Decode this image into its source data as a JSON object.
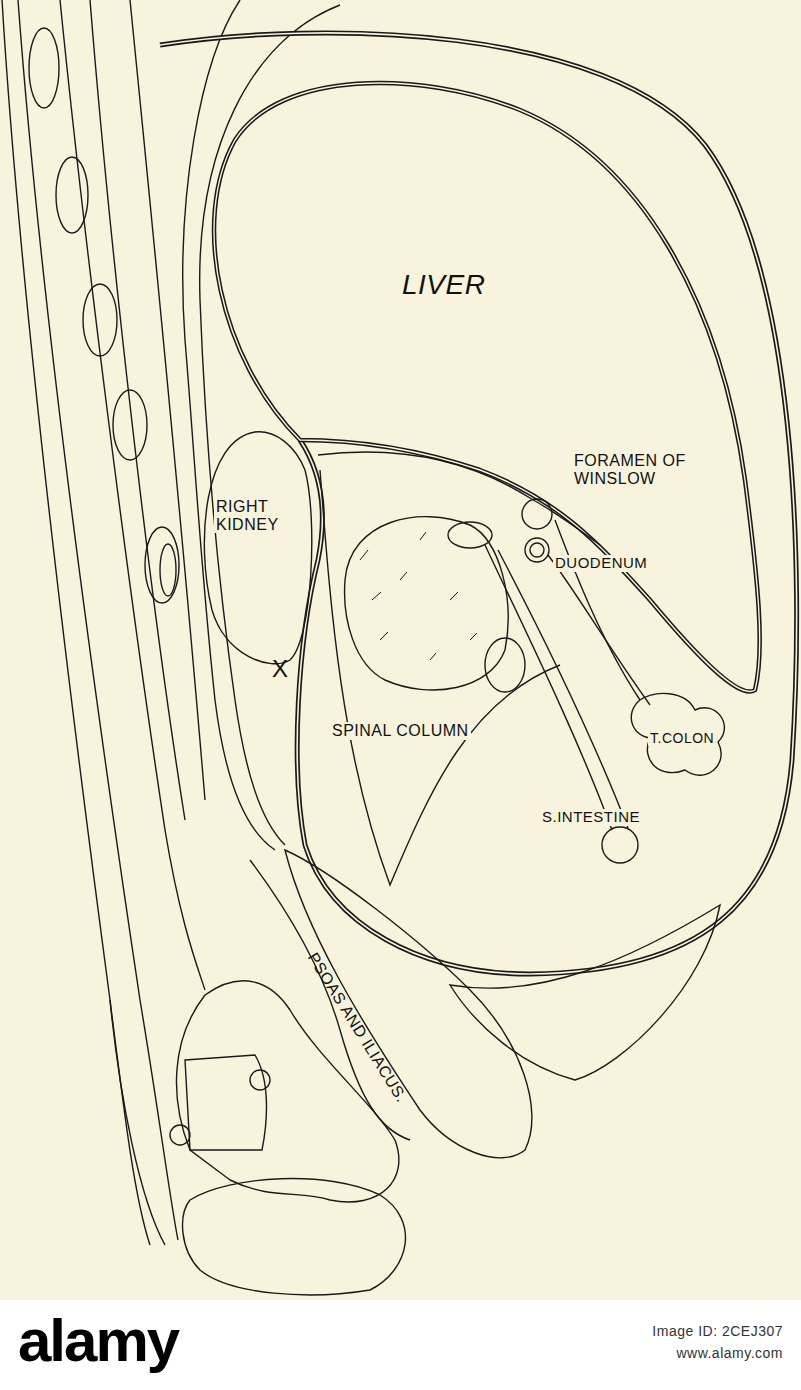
{
  "diagram": {
    "labels": [
      "LIVER",
      "FORAMEN OF WINSLOW",
      "RIGHT KIDNEY",
      "DUODENUM",
      "SPINAL COLUMN",
      "T.COLON",
      "S.INTESTINE",
      "PSOAS AND ILIACUS.",
      "X",
      "alamy",
      "Image ID: 2CEJ307",
      "www.alamy.com"
    ]
  }
}
